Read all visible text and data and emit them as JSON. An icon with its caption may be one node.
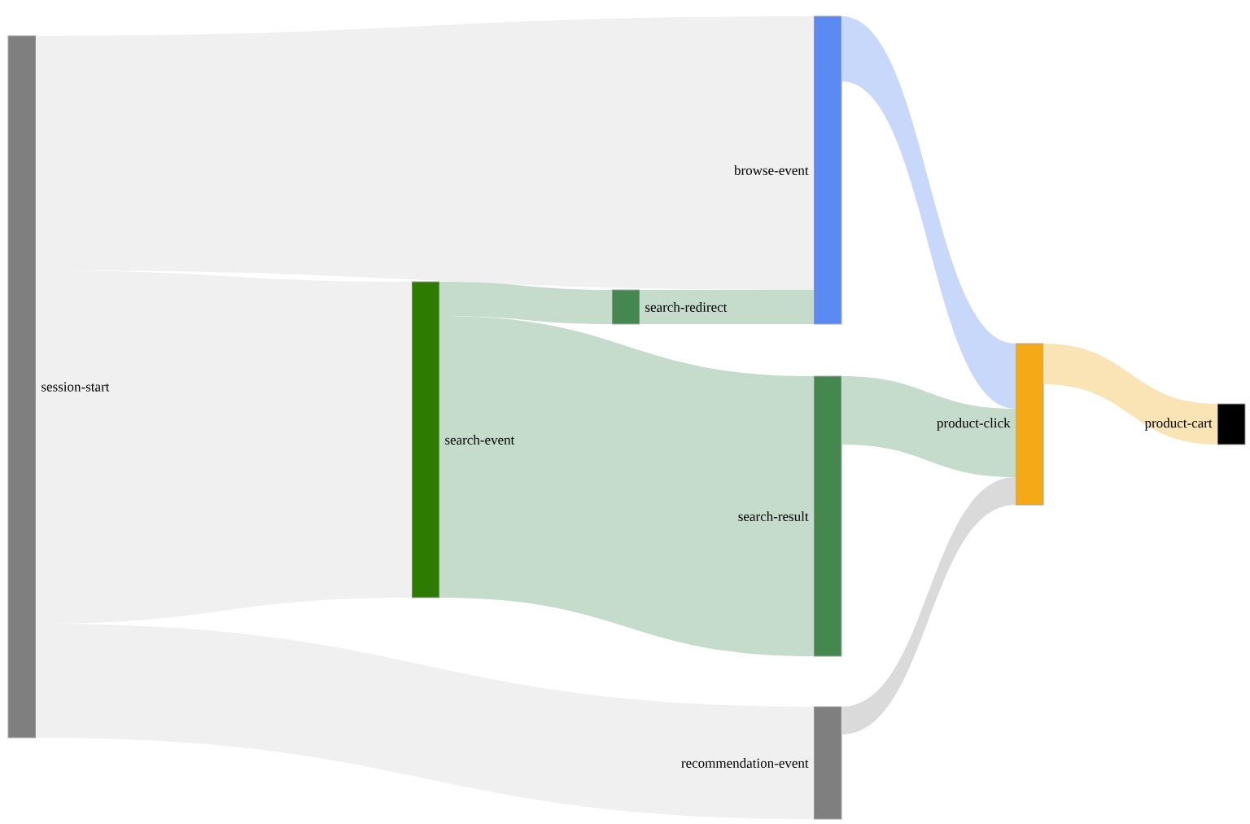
{
  "diagram": {
    "nodes": [
      {
        "text": [
          "session-start"
        ]
      },
      {
        "text": [
          "search-event"
        ]
      },
      {
        "text": [
          "search-redirect"
        ]
      },
      {
        "text": [
          "browse-event"
        ]
      },
      {
        "text": [
          "search-result"
        ]
      },
      {
        "text": [
          "recommendation-event"
        ]
      },
      {
        "text": [
          "product-click"
        ]
      },
      {
        "text": [
          "product-cart"
        ]
      }
    ],
    "edges": [
      {
        "from": 0,
        "to": 3,
        "arrow": "none"
      },
      {
        "from": 0,
        "to": 1,
        "arrow": "none"
      },
      {
        "from": 0,
        "to": 5,
        "arrow": "none"
      },
      {
        "from": 1,
        "to": 2,
        "arrow": "none",
        "color": "#c5dccd"
      },
      {
        "from": 1,
        "to": 4,
        "arrow": "none",
        "color": "#c5dccd"
      },
      {
        "from": 2,
        "to": 3,
        "arrow": "none",
        "color": "#c5dccd"
      },
      {
        "from": 3,
        "to": 6,
        "arrow": "none",
        "color": "#c7d8fa"
      },
      {
        "from": 4,
        "to": 6,
        "arrow": "none",
        "color": "#c5dccd"
      },
      {
        "from": 5,
        "to": 6,
        "arrow": "none",
        "color": "#dadada"
      },
      {
        "from": 6,
        "to": 7,
        "arrow": "none",
        "color": "#fae3b4"
      }
    ]
  }
}
